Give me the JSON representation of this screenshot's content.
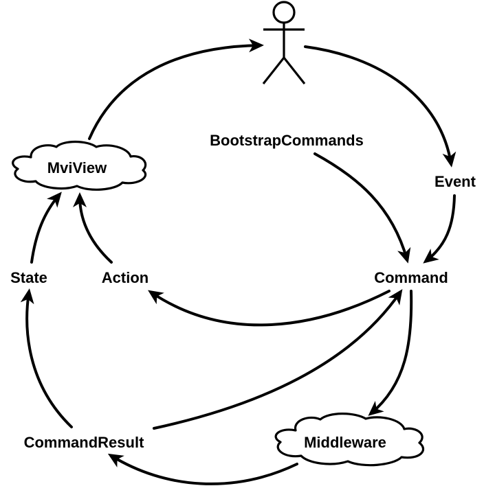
{
  "nodes": {
    "actor": {
      "label": ""
    },
    "bootstrap_commands": {
      "label": "BootstrapCommands"
    },
    "event": {
      "label": "Event"
    },
    "mvi_view": {
      "label": "MviView"
    },
    "state": {
      "label": "State"
    },
    "action": {
      "label": "Action"
    },
    "command": {
      "label": "Command"
    },
    "command_result": {
      "label": "CommandResult"
    },
    "middleware": {
      "label": "Middleware"
    }
  },
  "edges": [
    {
      "from": "mvi_view",
      "to": "actor"
    },
    {
      "from": "actor",
      "to": "event"
    },
    {
      "from": "bootstrap_commands",
      "to": "command"
    },
    {
      "from": "event",
      "to": "command"
    },
    {
      "from": "state",
      "to": "mvi_view"
    },
    {
      "from": "action",
      "to": "mvi_view"
    },
    {
      "from": "command",
      "to": "action"
    },
    {
      "from": "command",
      "to": "middleware"
    },
    {
      "from": "command_result",
      "to": "command"
    },
    {
      "from": "command_result",
      "to": "state"
    },
    {
      "from": "middleware",
      "to": "command_result"
    }
  ],
  "colors": {
    "stroke": "#000000",
    "text": "#000000",
    "background": "#ffffff"
  }
}
